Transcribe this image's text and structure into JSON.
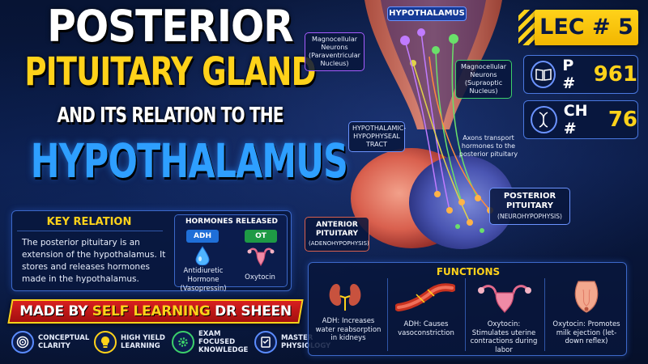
{
  "title": {
    "line1": "POSTERIOR",
    "line2": "PITUITARY GLAND",
    "line3": "AND ITS RELATION TO THE",
    "line4": "HYPOTHALAMUS"
  },
  "key_relation": {
    "heading": "KEY RELATION",
    "text": "The posterior pituitary is an extension of the hypothalamus. It stores and releases hormones made in the hypothalamus."
  },
  "hormones": {
    "heading": "HORMONES RELEASED",
    "items": [
      {
        "tag": "ADH",
        "name": "Antidiuretic Hormone (Vasopressin)",
        "color": "#1f6fd8",
        "icon": "water-drop-icon"
      },
      {
        "tag": "OT",
        "name": "Oxytocin",
        "color": "#1e9a45",
        "icon": "uterus-icon"
      }
    ]
  },
  "banner": {
    "prefix": "MADE BY",
    "highlight": "SELF LEARNING",
    "suffix": "DR SHEEN"
  },
  "badges": [
    {
      "label": "CONCEPTUAL CLARITY",
      "icon": "target-icon",
      "color": "#5b8cff"
    },
    {
      "label": "HIGH YIELD LEARNING",
      "icon": "lightbulb-icon",
      "color": "#ffd21a"
    },
    {
      "label": "EXAM FOCUSED KNOWLEDGE",
      "icon": "gear-icon",
      "color": "#3ccf6a"
    },
    {
      "label": "MASTER PHYSIOLOGY",
      "icon": "checklist-icon",
      "color": "#5b8cff"
    }
  ],
  "lecture": {
    "lec": "LEC # 5",
    "page_label": "P #",
    "page_num": "961",
    "chapter_label": "CH #",
    "chapter_num": "76"
  },
  "anatomy": {
    "hypothalamus": "HYPOTHALAMUS",
    "magno_pvn": "Magnocellular Neurons (Paraventricular Nucleus)",
    "magno_son": "Magnocellular Neurons (Supraoptic Nucleus)",
    "tract": "HYPOTHALAMIC-HYPOPHYSEAL TRACT",
    "axons": "Axons transport hormones to the posterior pituitary",
    "posterior_title": "POSTERIOR PITUITARY",
    "posterior_sub": "(NEUROHYPOPHYSIS)",
    "anterior_title": "ANTERIOR PITUITARY",
    "anterior_sub": "(ADENOHYPOPHYSIS)"
  },
  "functions": {
    "heading": "FUNCTIONS",
    "items": [
      {
        "text": "ADH: Increases water reabsorption in kidneys",
        "icon": "kidney-icon"
      },
      {
        "text": "ADH: Causes vasoconstriction",
        "icon": "blood-vessel-icon"
      },
      {
        "text": "Oxytocin: Stimulates uterine contractions during labor",
        "icon": "uterus-icon"
      },
      {
        "text": "Oxytocin: Promotes milk ejection (let-down reflex)",
        "icon": "breast-icon"
      }
    ]
  }
}
